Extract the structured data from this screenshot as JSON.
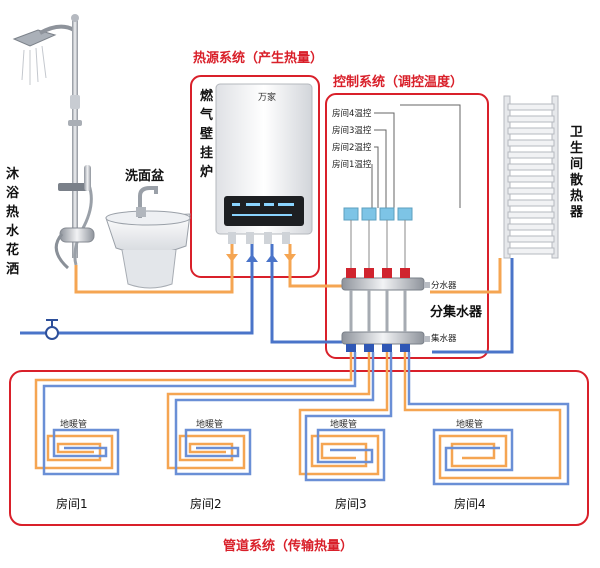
{
  "titles": {
    "heat_source": "热源系统（产生热量）",
    "control": "控制系统（调控温度）",
    "pipeline": "管道系统（传输热量）"
  },
  "labels": {
    "shower": [
      "沐",
      "浴",
      "热",
      "水",
      "花",
      "洒"
    ],
    "basin": "洗面盆",
    "boiler": [
      "燃",
      "气",
      "壁",
      "挂",
      "炉"
    ],
    "radiator": [
      "卫",
      "生",
      "间",
      "散",
      "热",
      "器"
    ],
    "manifold": "分集水器",
    "supply_manifold": "分水器",
    "return_manifold": "集水器",
    "boiler_brand": "万家"
  },
  "thermostats": [
    "房间4温控",
    "房间3温控",
    "房间2温控",
    "房间1温控"
  ],
  "rooms": [
    {
      "name": "房间1",
      "pipe_label": "地暖管"
    },
    {
      "name": "房间2",
      "pipe_label": "地暖管"
    },
    {
      "name": "房间3",
      "pipe_label": "地暖管"
    },
    {
      "name": "房间4",
      "pipe_label": "地暖管"
    }
  ],
  "colors": {
    "frame_red": "#d9202a",
    "hot_pipe": "#f5a552",
    "cold_pipe": "#4a74c9",
    "floor_pipe_blue": "#6a8fd6",
    "chrome": "#c9ccd1"
  }
}
